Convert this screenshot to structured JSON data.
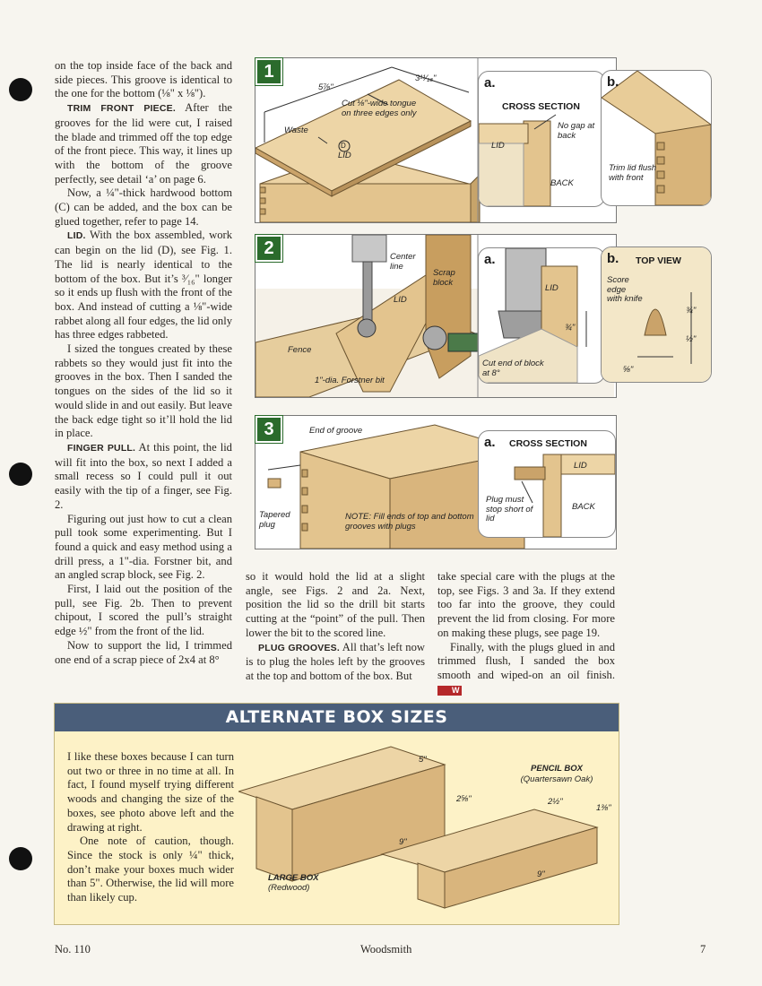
{
  "left_column": {
    "p1": "on the top inside face of the back and side pieces. This groove is identical to the one for the bottom (⅛\" x ⅛\").",
    "p2_head": "TRIM FRONT PIECE.",
    "p2": " After the grooves for the lid were cut, I raised the blade and trimmed off the top edge of the front piece. This way, it lines up with the bottom of the groove perfectly, see detail ‘a’ on page 6.",
    "p3": "Now, a ¼\"-thick hardwood bottom (C) can be added, and the box can be glued together, refer to page 14.",
    "p4_head": "LID.",
    "p4": " With the box assembled, work can begin on the lid (D), see Fig. 1. The lid is nearly identical to the bottom of the box. But it’s ³⁄₁₆\" longer so it ends up flush with the front of the box. And instead of cutting a ⅛\"-wide rabbet along all four edges, the lid only has three edges rabbeted.",
    "p5": "I sized the tongues created by these rabbets so they would just fit into the grooves in the box. Then I sanded the tongues on the sides of the lid so it would slide in and out easily. But leave the back edge tight so it’ll hold the lid in place.",
    "p6_head": "FINGER PULL.",
    "p6": " At this point, the lid will fit into the box, so next I added a small recess so I could pull it out easily with the tip of a finger, see Fig. 2.",
    "p7": "Figuring out just how to cut a clean pull took some experimenting. But I found a quick and easy method using a drill press, a 1\"-dia. Forstner bit, and an angled scrap block, see Fig. 2.",
    "p8": "First, I laid out the position of the pull, see Fig. 2b. Then to prevent chipout, I scored the pull’s straight edge ½\" from the front of the lid.",
    "p9": "Now to support the lid, I trimmed one end of a scrap piece of 2x4 at 8°"
  },
  "mid_column": {
    "p1": "so it would hold the lid at a slight angle, see Figs. 2 and 2a. Next, position the lid so the drill bit starts cutting at the “point” of the pull. Then lower the bit to the scored line.",
    "p2_head": "PLUG GROOVES.",
    "p2": " All that’s left now is to plug the holes left by the grooves at the top and bottom of the box. But"
  },
  "right_column": {
    "p1": "take special care with the plugs at the top, see Figs. 3 and 3a. If they extend too far into the groove, they could prevent the lid from closing. For more on making these plugs, see page 19.",
    "p2": "Finally, with the plugs glued in and trimmed flush, I sanded the box smooth and wiped-on an oil finish.",
    "end_mark": "W"
  },
  "fig1": {
    "num": "1",
    "dim_top": "5⅞\"",
    "dim_right": "3¹¹⁄₁₆\"",
    "callout_tongue": "Cut ⅛\"-wide tongue on three edges only",
    "waste": "Waste",
    "part_letter": "D",
    "part_name": "LID",
    "detail_a": {
      "letter": "a.",
      "title": "CROSS SECTION",
      "no_gap": "No gap at back",
      "lid": "LID",
      "back": "BACK"
    },
    "detail_b": {
      "letter": "b.",
      "trim": "Trim lid flush with front"
    }
  },
  "fig2": {
    "num": "2",
    "center_line": "Center line",
    "scrap_block": "Scrap block",
    "lid": "LID",
    "fence": "Fence",
    "bit": "1\"-dia. Forstner bit",
    "detail_a": {
      "letter": "a.",
      "lid": "LID",
      "dim": "¾\"",
      "cut_end": "Cut end of block at 8°"
    },
    "detail_b": {
      "letter": "b.",
      "title": "TOP VIEW",
      "score": "Score edge with knife",
      "dim1": "¾\"",
      "dim2": "½\"",
      "dim3": "⅝\""
    }
  },
  "fig3": {
    "num": "3",
    "end_groove": "End of groove",
    "tapered_plug": "Tapered plug",
    "note": "NOTE: Fill ends of top and bottom grooves with plugs",
    "detail_a": {
      "letter": "a.",
      "title": "CROSS SECTION",
      "lid": "LID",
      "back": "BACK",
      "plug": "Plug must stop short of lid"
    }
  },
  "alt_box": {
    "title": "ALTERNATE BOX SIZES",
    "text": "I like these boxes because I can turn out two or three in no time at all. In fact, I found myself trying different woods and changing the size of the boxes, see photo above left and the drawing at right.",
    "text2": "One note of caution, though. Since the stock is only ¼\" thick, don’t make your boxes much wider than 5\". Otherwise, the lid will more than likely cup.",
    "large_box": "LARGE BOX",
    "large_wood": "(Redwood)",
    "pencil_box": "PENCIL BOX",
    "pencil_wood": "(Quartersawn Oak)",
    "dim_5": "5\"",
    "dim_2_5_8": "2⅝\"",
    "dim_9a": "9\"",
    "dim_2_1_2": "2½\"",
    "dim_1_3_8": "1⅜\"",
    "dim_9b": "9\""
  },
  "footer": {
    "issue": "No. 110",
    "magazine": "Woodsmith",
    "page": "7"
  },
  "colors": {
    "fig_green": "#2b6b2c",
    "wood": "#e3c48e",
    "banner": "#4a5e7a",
    "sidebar": "#fdf2c7"
  }
}
